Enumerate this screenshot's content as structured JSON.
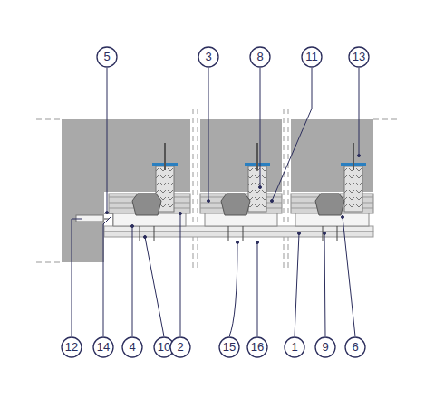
{
  "diagram": {
    "nodes": [
      {
        "text": [
          "5"
        ]
      },
      {
        "text": [
          "3"
        ]
      },
      {
        "text": [
          "8"
        ]
      },
      {
        "text": [
          "11"
        ]
      },
      {
        "text": [
          "13"
        ]
      },
      {
        "text": [
          "12"
        ]
      },
      {
        "text": [
          "14"
        ]
      },
      {
        "text": [
          "4"
        ]
      },
      {
        "text": [
          "10"
        ]
      },
      {
        "text": [
          "2"
        ]
      },
      {
        "text": [
          "15"
        ]
      },
      {
        "text": [
          "16"
        ]
      },
      {
        "text": [
          "1"
        ]
      },
      {
        "text": [
          "9"
        ]
      },
      {
        "text": [
          "6"
        ]
      }
    ]
  }
}
